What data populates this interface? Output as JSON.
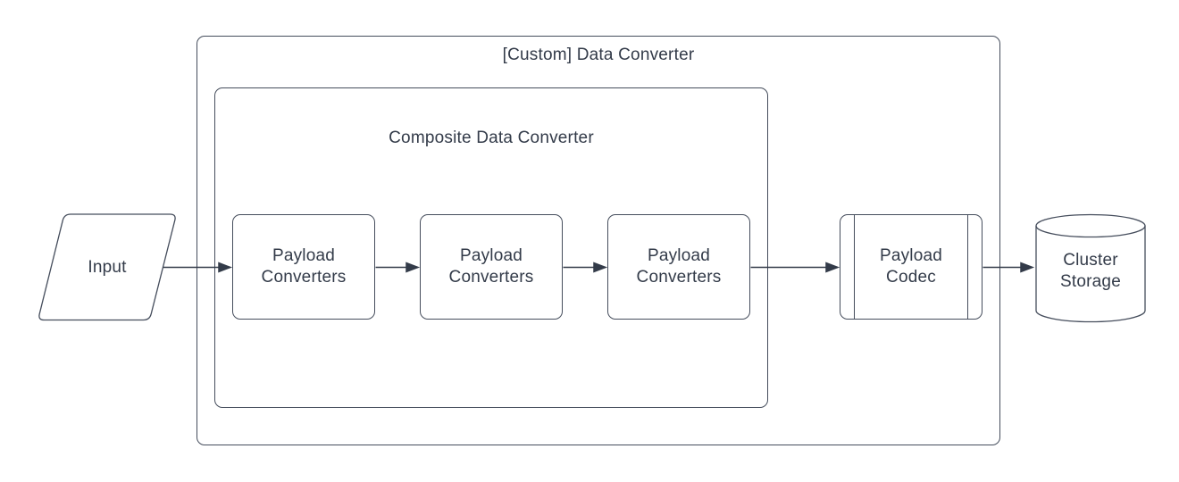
{
  "diagram": {
    "outer_container": {
      "title": "[Custom] Data Converter"
    },
    "inner_container": {
      "title": "Composite Data Converter"
    },
    "nodes": {
      "input": {
        "label": "Input",
        "shape": "parallelogram"
      },
      "payload_converter_1": {
        "label": "Payload Converters",
        "shape": "rounded-rectangle"
      },
      "payload_converter_2": {
        "label": "Payload Converters",
        "shape": "rounded-rectangle"
      },
      "payload_converter_3": {
        "label": "Payload Converters",
        "shape": "rounded-rectangle"
      },
      "payload_codec": {
        "label": "Payload Codec",
        "shape": "predefined-process"
      },
      "cluster_storage": {
        "label": "Cluster Storage",
        "shape": "cylinder"
      }
    },
    "edges": [
      {
        "from": "input",
        "to": "payload_converter_1"
      },
      {
        "from": "payload_converter_1",
        "to": "payload_converter_2"
      },
      {
        "from": "payload_converter_2",
        "to": "payload_converter_3"
      },
      {
        "from": "payload_converter_3",
        "to": "payload_codec"
      },
      {
        "from": "payload_codec",
        "to": "cluster_storage"
      }
    ],
    "colors": {
      "stroke": "#454d5c",
      "arrow": "#333b49",
      "text": "#333b49",
      "background": "#ffffff"
    }
  }
}
